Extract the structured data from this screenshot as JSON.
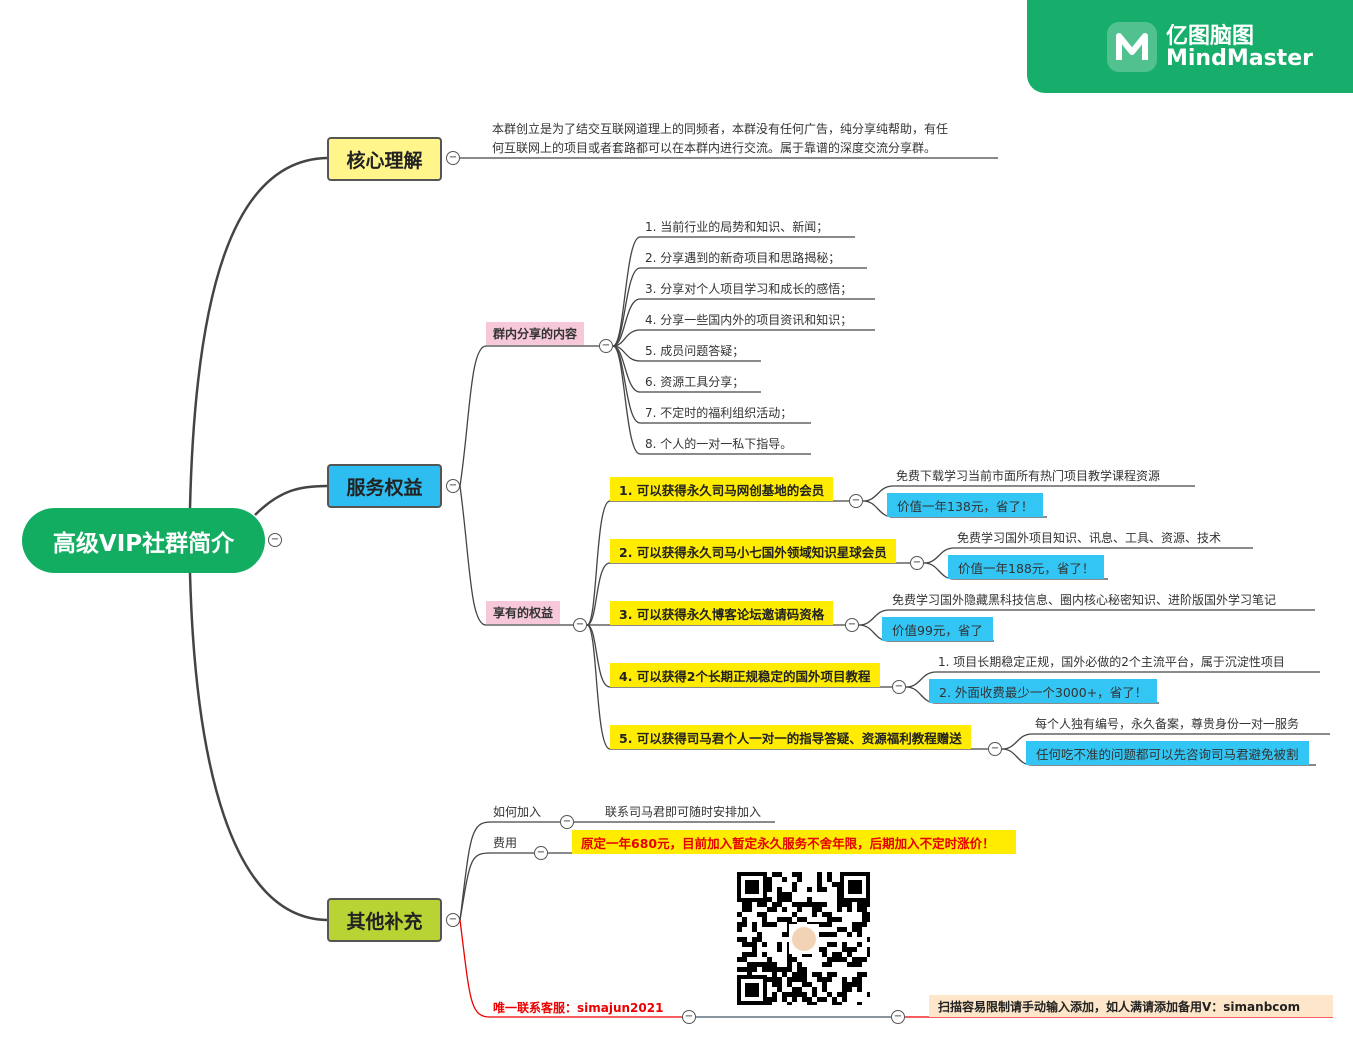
{
  "brand": {
    "name_cn": "亿图脑图",
    "name_en": "MindMaster",
    "color": "#17ad6b"
  },
  "root": {
    "label": "高级VIP社群简介"
  },
  "core": {
    "label": "核心理解",
    "text_line1": "本群创立是为了结交互联网道理上的同频者，本群没有任何广告，纯分享纯帮助，有任",
    "text_line2": "何互联网上的项目或者套路都可以在本群内进行交流。属于靠谱的深度交流分享群。"
  },
  "service": {
    "label": "服务权益",
    "share": {
      "label": "群内分享的内容",
      "items": [
        "1. 当前行业的局势和知识、新闻；",
        "2. 分享遇到的新奇项目和思路揭秘；",
        "3. 分享对个人项目学习和成长的感悟；",
        "4. 分享一些国内外的项目资讯和知识；",
        "5. 成员问题答疑；",
        "6. 资源工具分享；",
        "7. 不定时的福利组织活动；",
        "8. 个人的一对一私下指导。"
      ]
    },
    "benefits": {
      "label": "享有的权益",
      "items": [
        {
          "title": "1.  可以获得永久司马网创基地的会员",
          "note": "免费下载学习当前市面所有热门项目教学课程资源",
          "value": "价值一年138元，省了！"
        },
        {
          "title": "2. 可以获得永久司马小七国外领域知识星球会员",
          "note": "免费学习国外项目知识、讯息、工具、资源、技术",
          "value": "价值一年188元，省了！"
        },
        {
          "title": "3. 可以获得永久博客论坛邀请码资格",
          "note": "免费学习国外隐藏黑科技信息、圈内核心秘密知识、进阶版国外学习笔记",
          "value": "价值99元，省了"
        },
        {
          "title": "4. 可以获得2个长期正规稳定的国外项目教程",
          "note": "1. 项目长期稳定正规，国外必做的2个主流平台，属于沉淀性项目",
          "value": "2. 外面收费最少一个3000+，省了！"
        },
        {
          "title": "5. 可以获得司马君个人一对一的指导答疑、资源福利教程赠送",
          "note": "每个人独有编号，永久备案，尊贵身份一对一服务",
          "value": "任何吃不准的问题都可以先咨询司马君避免被割"
        }
      ]
    }
  },
  "other": {
    "label": "其他补充",
    "join_label": "如何加入",
    "join_text": "联系司马君即可随时安排加入",
    "fee_label": "费用",
    "fee_text": "原定一年680元，目前加入暂定永久服务不舍年限，后期加入不定时涨价！",
    "contact": "唯一联系客服：simajun2021",
    "note": "扫描容易限制请手动输入添加，如人满请添加备用V：simanbcom"
  },
  "collapse_symbol": "−"
}
